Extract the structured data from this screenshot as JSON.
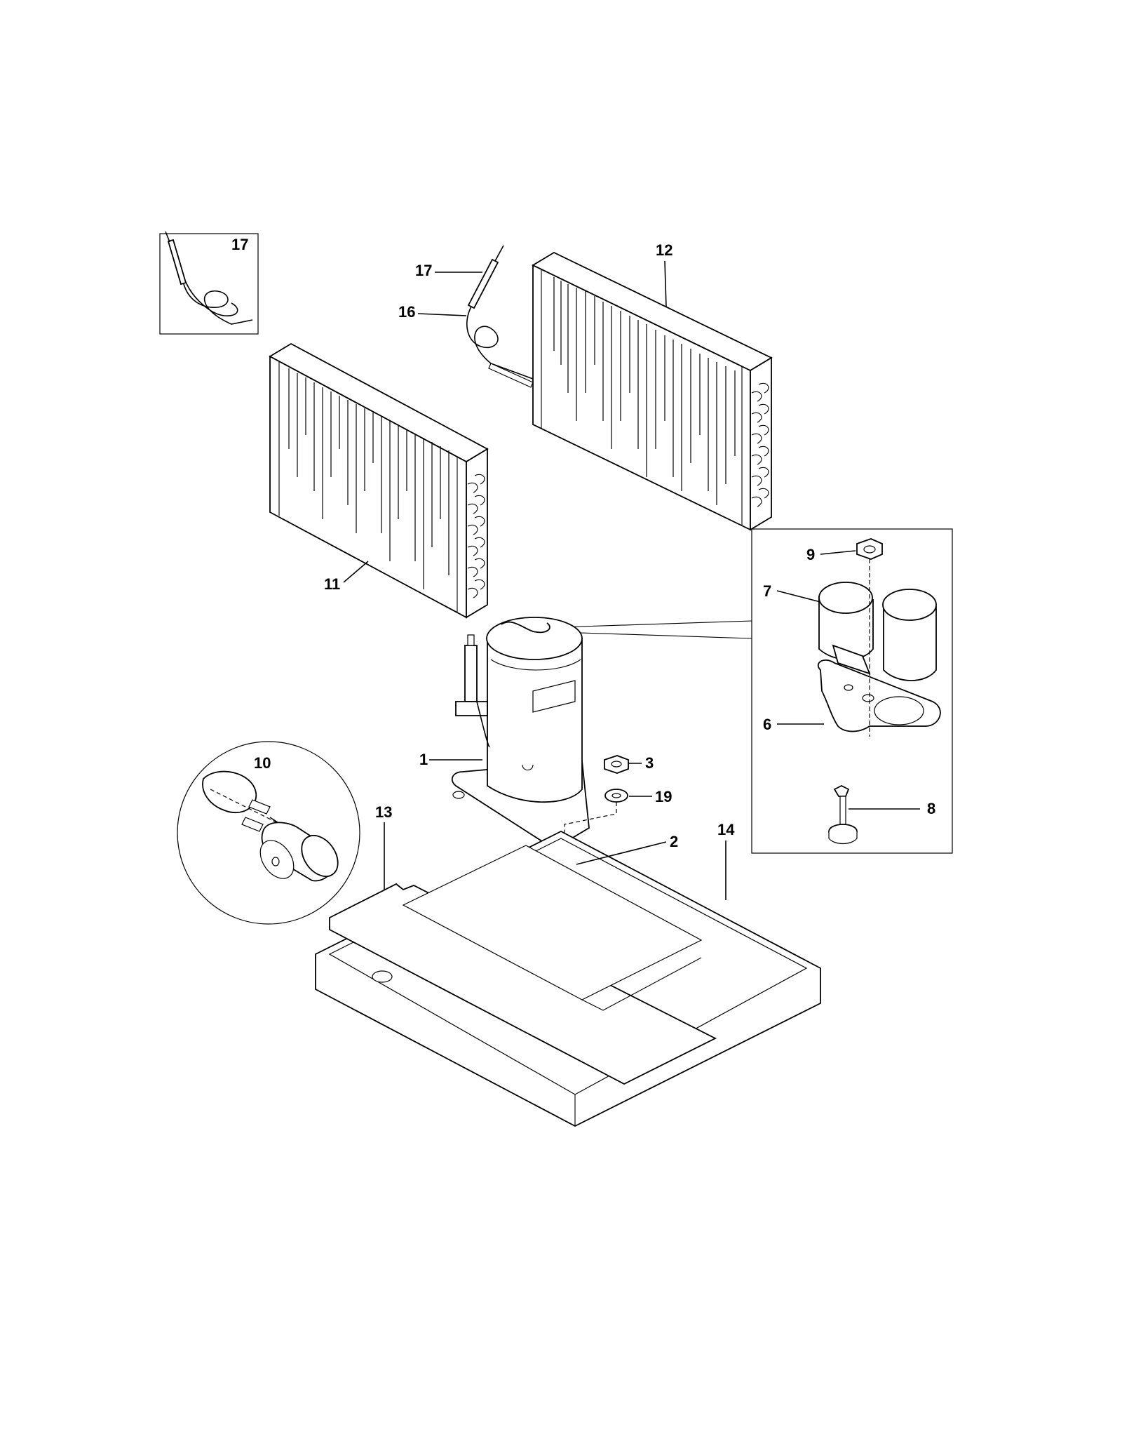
{
  "callouts": {
    "c1": "1",
    "c2": "2",
    "c3": "3",
    "c6": "6",
    "c7": "7",
    "c8": "8",
    "c9": "9",
    "c10": "10",
    "c11": "11",
    "c12": "12",
    "c13": "13",
    "c14": "14",
    "c16": "16",
    "c17a": "17",
    "c17b": "17",
    "c19": "19"
  }
}
